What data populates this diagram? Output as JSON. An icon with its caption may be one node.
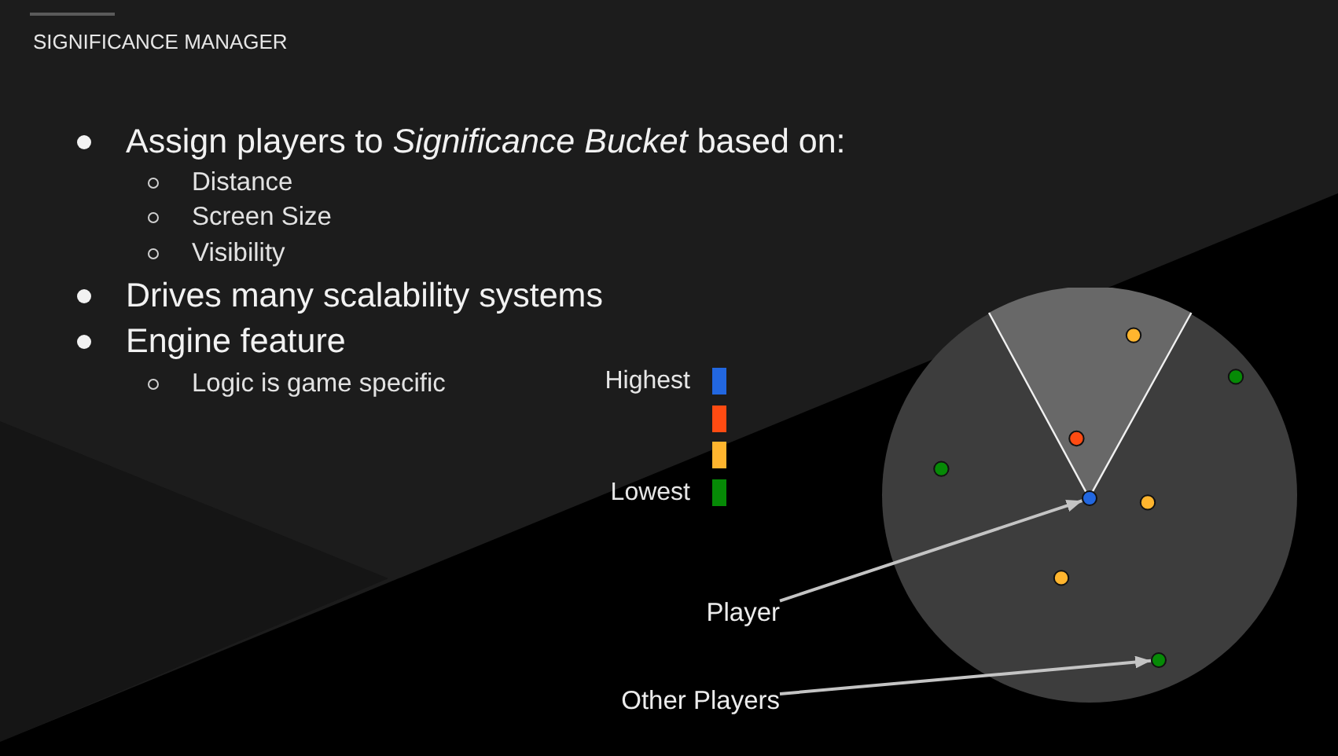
{
  "diagram": {
    "title": "SIGNIFICANCE MANAGER",
    "nodes": [
      {
        "text": [
          "Player"
        ]
      },
      {
        "text": [],
        "shape": "circle"
      },
      {
        "text": [
          "Other Players"
        ]
      },
      {
        "text": [],
        "shape": "circle"
      }
    ],
    "edges": [
      {
        "from": 0,
        "to": 1,
        "arrow": "to"
      },
      {
        "from": 2,
        "to": 3,
        "arrow": "to"
      }
    ],
    "labels": [
      "Assign players to *Significance Bucket* based on:",
      "Distance",
      "Screen Size",
      "Visibility",
      "Drives many scalability systems",
      "Engine feature",
      "Logic is game specific"
    ],
    "legend": [
      {
        "text": "Highest",
        "color": "#2267e0"
      },
      {
        "text": "Lowest",
        "color": "#068a06"
      }
    ]
  }
}
